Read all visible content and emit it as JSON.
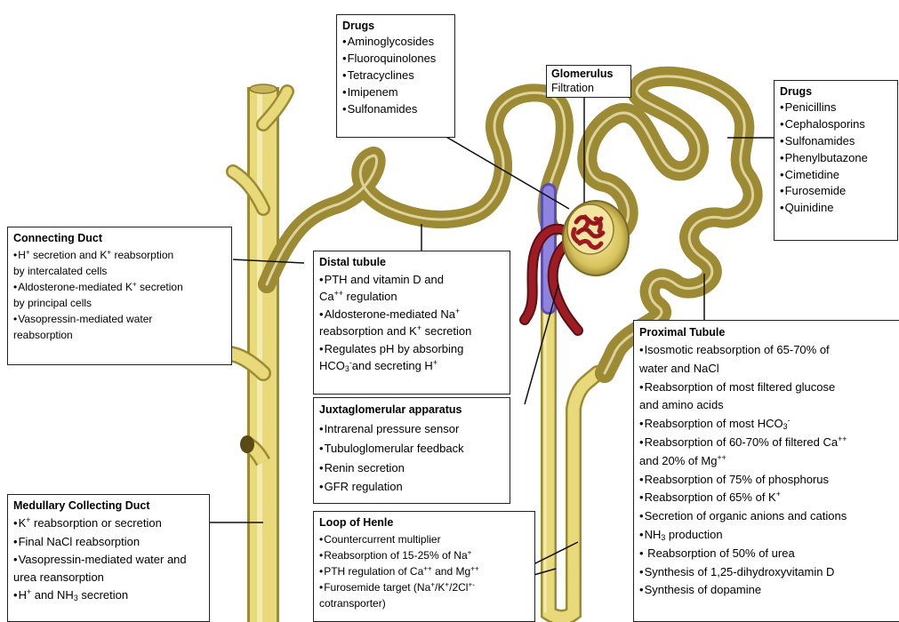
{
  "glomerulus": {
    "title": "Glomerulus",
    "subtitle": "Filtration"
  },
  "drugs_top": {
    "title": "Drugs",
    "items": [
      "Aminoglycosides",
      "Fluoroquinolones",
      "Tetracyclines",
      "Imipenem",
      "Sulfonamides"
    ]
  },
  "drugs_right": {
    "title": "Drugs",
    "items": [
      "Penicillins",
      "Cephalosporins",
      "Sulfonamides",
      "Phenylbutazone",
      "Cimetidine",
      "Furosemide",
      "Quinidine"
    ]
  },
  "connecting_duct": {
    "title": "Connecting Duct",
    "i1a": "H",
    "i1b": "+",
    "i1c": " secretion and K",
    "i1d": "+",
    "i1e": " reabsorption",
    "i1f": "by intercalated cells",
    "i2a": "Aldosterone-mediated K",
    "i2b": "+",
    "i2c": " secretion",
    "i2d": " by principal cells",
    "i3a": "Vasopressin-mediated water",
    "i3b": "reabsorption"
  },
  "distal_tubule": {
    "title": "Distal tubule",
    "i1a": "PTH and vitamin D and",
    "i1b": "Ca",
    "i1c": "++",
    "i1d": "  regulation",
    "i2a": "Aldosterone-mediated Na",
    "i2b": "+",
    "i2c": "reabsorption and K",
    "i2d": "+",
    "i2e": " secretion",
    "i3a": "Regulates pH by absorbing",
    "i3b": "HCO",
    "i3c": "3",
    "i3d": "-",
    "i3e": "and secreting H",
    "i3f": "+"
  },
  "juxtaglomerular": {
    "title": "Juxtaglomerular apparatus",
    "items": [
      "Intrarenal pressure sensor",
      "Tubuloglomerular feedback",
      "Renin secretion",
      "GFR regulation"
    ]
  },
  "loop_of_henle": {
    "title": "Loop of Henle",
    "i1": "Countercurrent multiplier",
    "i2a": "Reabsorption of 15-25% of Na",
    "i2b": "+",
    "i3a": "PTH regulation of Ca",
    "i3b": "++",
    "i3c": " and Mg",
    "i3d": "++",
    "i4a": "Furosemide target (Na",
    "i4b": "+",
    "i4c": "/K",
    "i4d": "+",
    "i4e": "/2Cl",
    "i4f": "+-",
    "i4g": "cotransporter)"
  },
  "medullary_duct": {
    "title": "Medullary Collecting Duct",
    "i1a": "K",
    "i1b": "+",
    "i1c": " reabsorption or secretion",
    "i2": "Final NaCl reabsorption",
    "i3a": "Vasopressin-mediated water and",
    "i3b": "urea reansorption",
    "i4a": "H",
    "i4b": "+",
    "i4c": " and NH",
    "i4d": "3",
    "i4e": " secretion"
  },
  "proximal_tubule": {
    "title": "Proximal Tubule",
    "i1a": "Isosmotic reabsorption of 65-70% of",
    "i1b": "water and NaCl",
    "i2a": "Reabsorption of most filtered glucose",
    "i2b": "and amino acids",
    "i3a": "Reabsorption of most HCO",
    "i3b": "3",
    "i3c": "-",
    "i4a": "Reabsorption of 60-70% of filtered Ca",
    "i4b": "++",
    "i4c": "and 20% of Mg",
    "i4d": "++",
    "i5": "Reabsorption of 75% of phosphorus",
    "i6a": "Reabsorption of 65% of K",
    "i6b": "+",
    "i7": "Secretion of organic anions and cations",
    "i8a": "NH",
    "i8b": "3",
    "i8c": " production",
    "i9": " Reabsorption of 50% of urea",
    "i10": "Synthesis of 1,25-dihydroxyvitamin D",
    "i11": "Synthesis of dopamine"
  },
  "colors": {
    "tubule": "#e8d97a",
    "tubule_shadow": "#a8953a",
    "vessel": "#9e1c24",
    "macula": "#7a6fd0"
  }
}
